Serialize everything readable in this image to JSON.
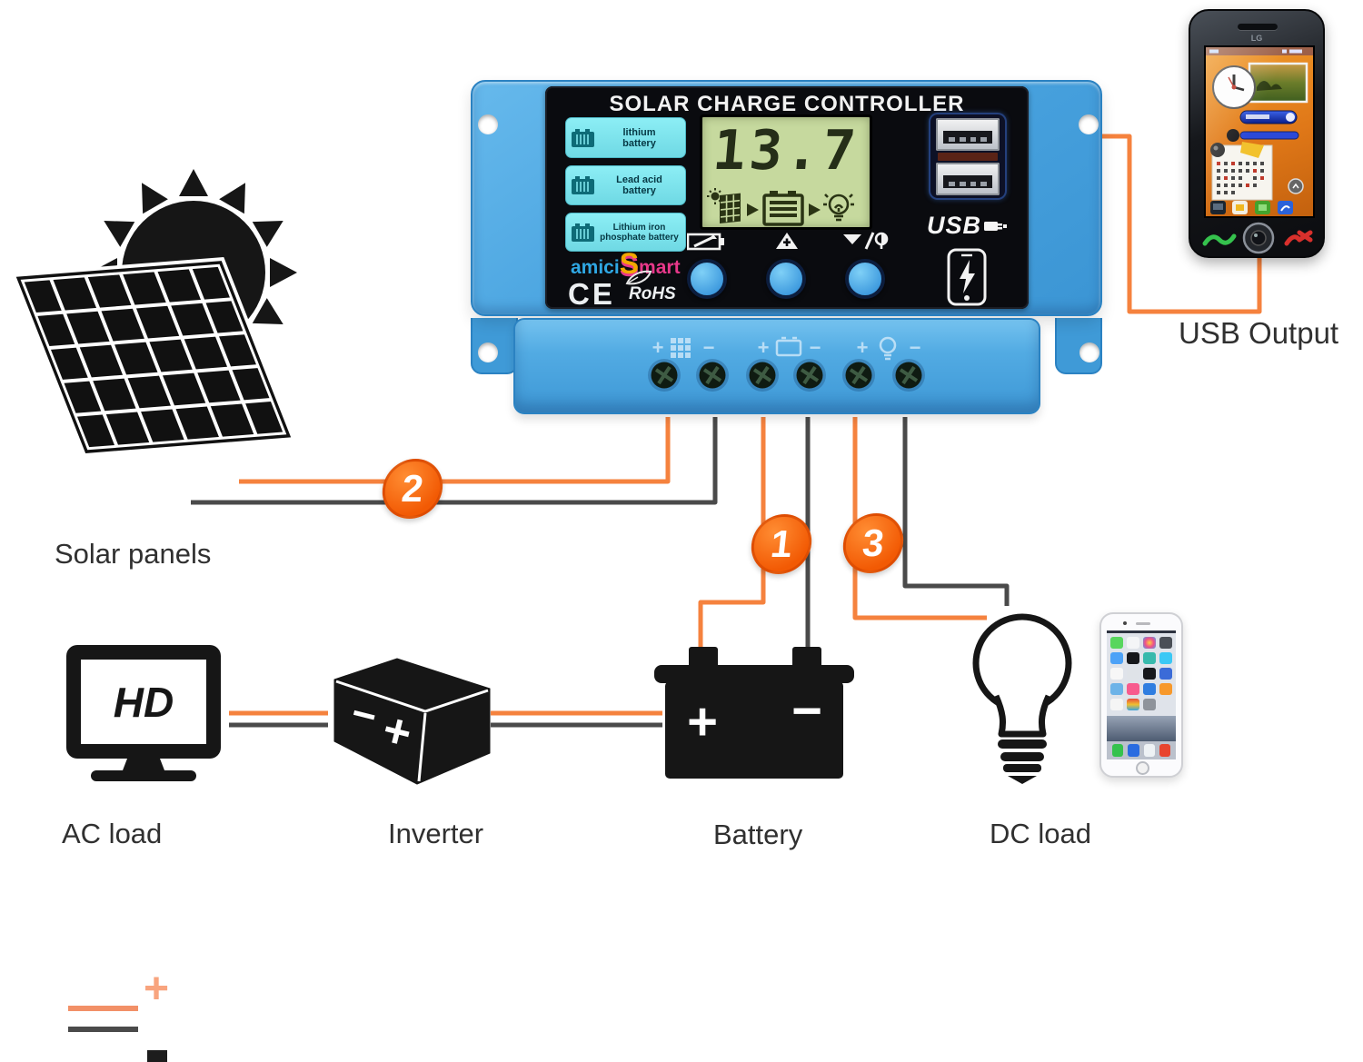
{
  "colors": {
    "wire_positive": "#F5823E",
    "wire_negative": "#4A4A4A",
    "marker_orange": "#F6690E",
    "controller_blue": "#4AA4E0",
    "battery_label_cyan": "#7FE4EC",
    "lcd_green": "#C6D99E"
  },
  "controller": {
    "title": "SOLAR CHARGE CONTROLLER",
    "display_value": "13.7",
    "battery_types": [
      {
        "label": "lithium\nbattery"
      },
      {
        "label": "Lead acid\nbattery"
      },
      {
        "label": "Lithium iron\nphosphate battery"
      }
    ],
    "brand": {
      "part1": "amici",
      "part2": "S",
      "part3": "mart"
    },
    "certifications": {
      "ce": "CE",
      "rohs": "RoHS"
    },
    "usb_label": "USB",
    "lcd_icons": [
      "solar-panel-icon",
      "arrow-right-icon",
      "battery-icon",
      "arrow-right-icon",
      "lamp-icon"
    ],
    "button_icons": [
      "battery-charge-icon",
      "arrow-up-plus-icon",
      "arrow-down-lamp-icon"
    ],
    "terminals": {
      "positive": "+",
      "negative": "−",
      "groups": [
        "solar-panel",
        "battery",
        "dc-load"
      ]
    }
  },
  "connections": {
    "solar_panel_step": "2",
    "battery_step": "1",
    "dc_load_step": "3"
  },
  "labels": {
    "solar_panels": "Solar panels",
    "usb_output": "USB Output",
    "ac_load": "AC load",
    "inverter": "Inverter",
    "battery": "Battery",
    "dc_load": "DC load"
  },
  "devices": {
    "tv_badge": "HD",
    "inverter_minus": "−",
    "inverter_plus": "+",
    "battery_plus": "+",
    "battery_minus": "−",
    "lg_logo": "LG"
  },
  "legend": {
    "positive_symbol": "+"
  }
}
